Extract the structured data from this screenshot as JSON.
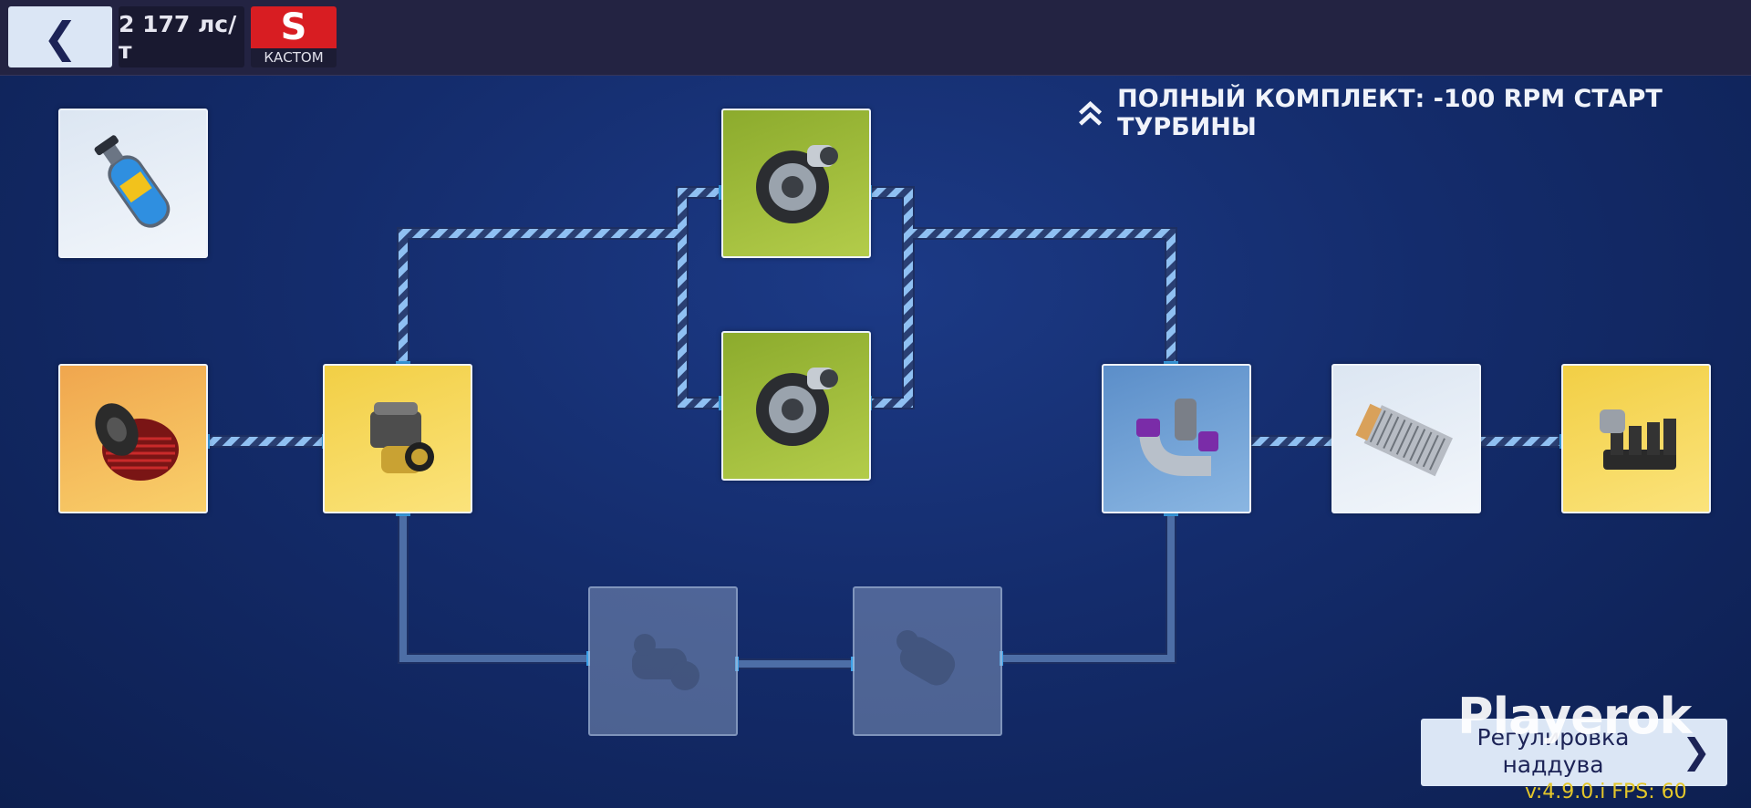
{
  "header": {
    "back_icon": "chevron-left-icon",
    "power_value": "2 177 лс/т",
    "class_badge": {
      "letter": "S",
      "label": "КАСТОМ",
      "color": "#d81d22"
    }
  },
  "set_bonus": {
    "icon": "double-chevron-up-icon",
    "text": "ПОЛНЫЙ КОМПЛЕКТ: -100 RPM СТАРТ ТУРБИНЫ"
  },
  "parts": [
    {
      "id": "nitro",
      "icon": "nitrous-bottle-icon",
      "tier_color": "#eef3fa"
    },
    {
      "id": "air_filter",
      "icon": "air-filter-icon",
      "tier_color": "#f3b65a"
    },
    {
      "id": "blow_off_valve",
      "icon": "blow-off-valve-icon",
      "tier_color": "#f5d75a"
    },
    {
      "id": "turbo_1",
      "icon": "turbocharger-icon",
      "tier_color": "#9fbc3b"
    },
    {
      "id": "turbo_2",
      "icon": "turbocharger-icon",
      "tier_color": "#9fbc3b"
    },
    {
      "id": "intake_pipe",
      "icon": "intake-pipe-icon",
      "tier_color": "#74a2d6"
    },
    {
      "id": "intercooler",
      "icon": "intercooler-icon",
      "tier_color": "#eef3fa"
    },
    {
      "id": "intake_manifold",
      "icon": "intake-manifold-icon",
      "tier_color": "#f5d75a"
    },
    {
      "id": "locked_1",
      "icon": "supercharger-icon",
      "locked": true
    },
    {
      "id": "locked_2",
      "icon": "supercharger-icon",
      "locked": true
    }
  ],
  "tuning_button": {
    "label_line1": "Регулировка",
    "label_line2": "наддува",
    "icon": "chevron-right-icon"
  },
  "watermark": "Playerok",
  "version_text": "v:4.9.0.i FPS: 60"
}
